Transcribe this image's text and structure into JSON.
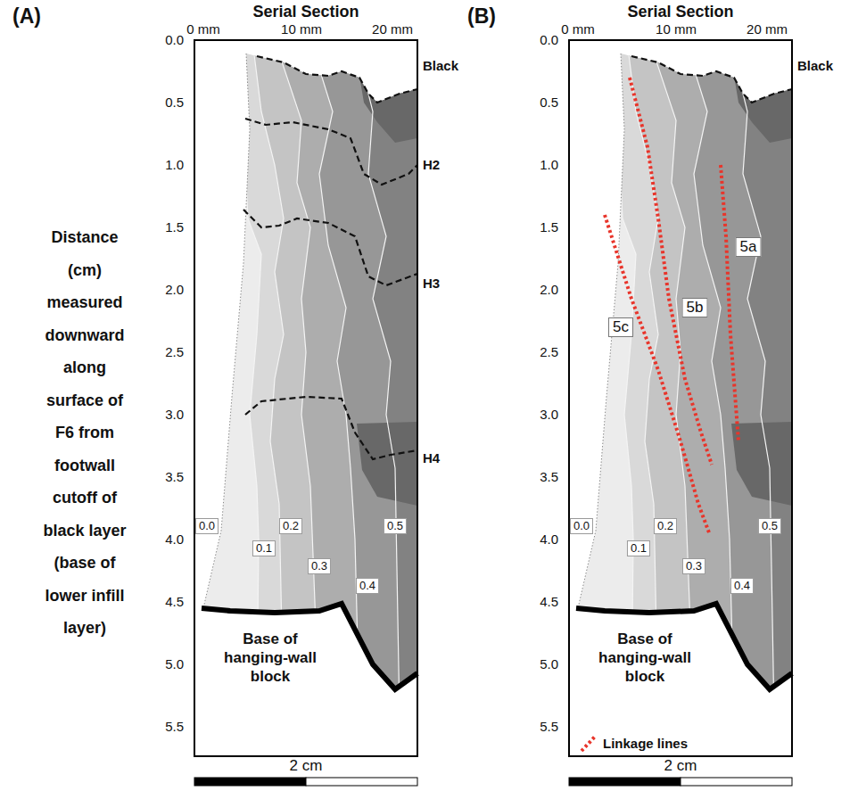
{
  "diagram": {
    "labels": [
      "(A)",
      "Serial Section",
      "0 mm",
      "10 mm",
      "20 mm",
      "0.0",
      "0.5",
      "1.0",
      "1.5",
      "2.0",
      "2.5",
      "3.0",
      "3.5",
      "4.0",
      "4.5",
      "5.0",
      "5.5",
      "Distance (cm) measured downward along surface of F6 from footwall cutoff of black layer (base of lower infill layer)",
      "Black",
      "H2",
      "H3",
      "H4",
      "0.0",
      "0.1",
      "0.2",
      "0.3",
      "0.4",
      "0.5",
      "Base of hanging-wall block",
      "2 cm",
      "(B)",
      "Serial Section",
      "0 mm",
      "10 mm",
      "20 mm",
      "0.0",
      "0.5",
      "1.0",
      "1.5",
      "2.0",
      "2.5",
      "3.0",
      "3.5",
      "4.0",
      "4.5",
      "5.0",
      "5.5",
      "Black",
      "5a",
      "5b",
      "5c",
      "0.0",
      "0.1",
      "0.2",
      "0.3",
      "0.4",
      "0.5",
      "Base of hanging-wall block",
      "2 cm"
    ],
    "legend": [
      {
        "text": "Linkage lines"
      }
    ]
  }
}
